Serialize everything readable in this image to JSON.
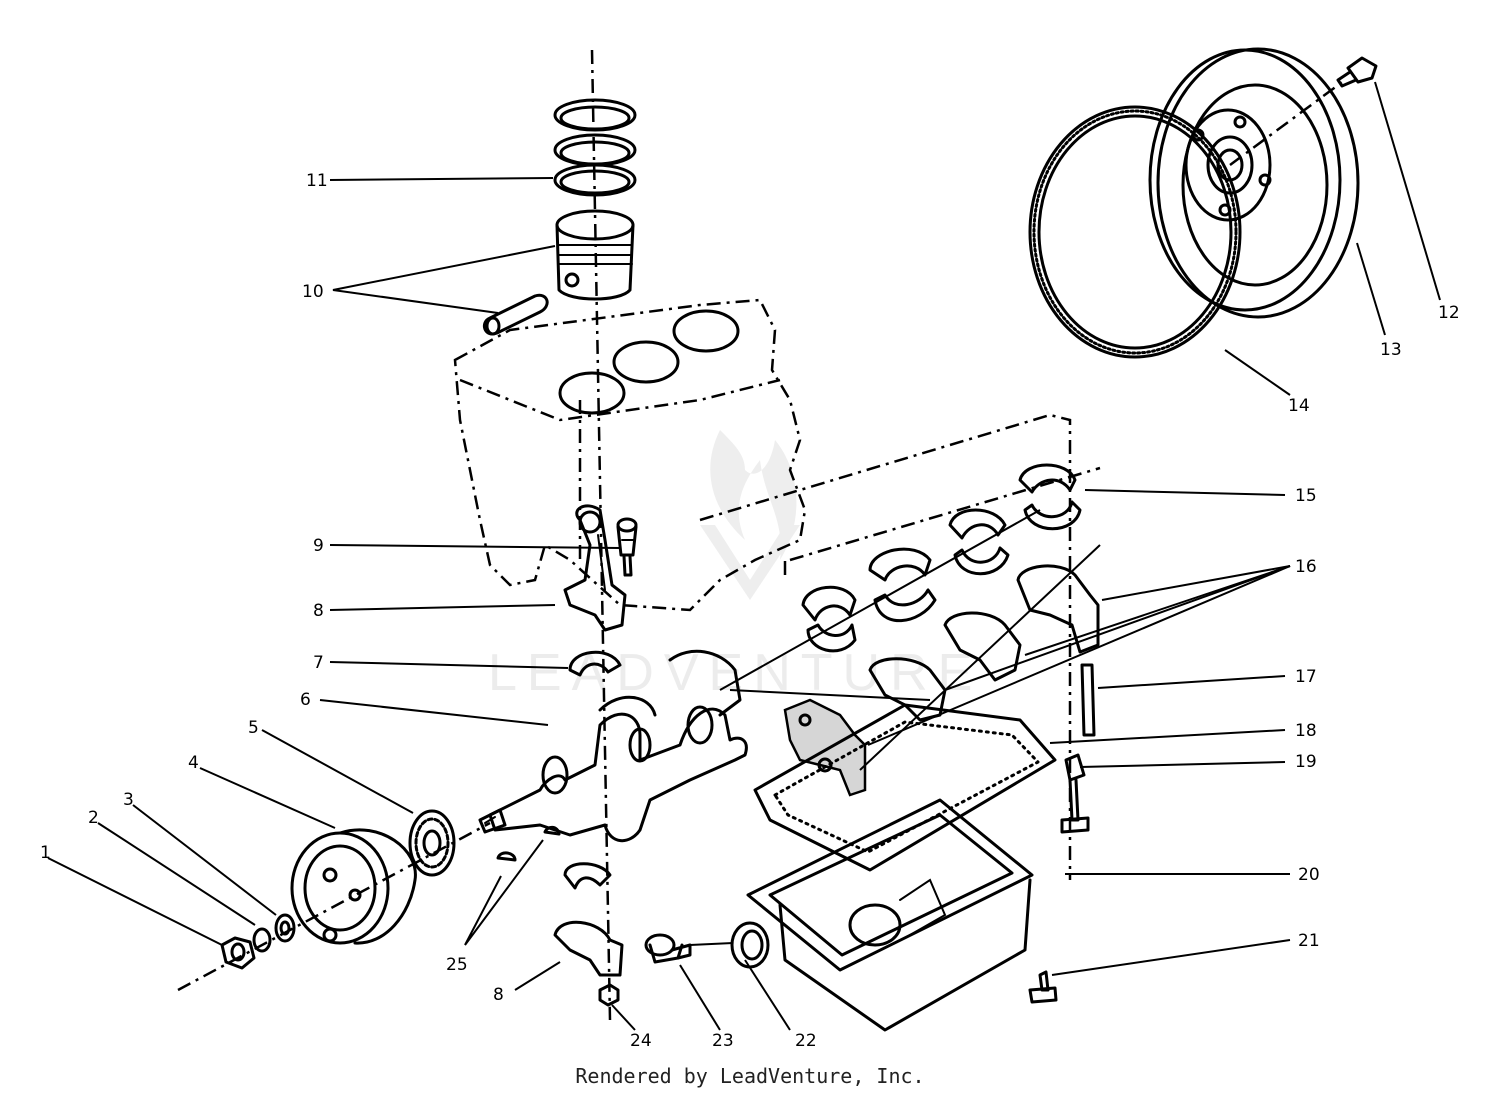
{
  "diagram": {
    "callouts": [
      {
        "id": "c1",
        "text": "1"
      },
      {
        "id": "c2",
        "text": "2"
      },
      {
        "id": "c3",
        "text": "3"
      },
      {
        "id": "c4",
        "text": "4"
      },
      {
        "id": "c5",
        "text": "5"
      },
      {
        "id": "c6",
        "text": "6"
      },
      {
        "id": "c7",
        "text": "7"
      },
      {
        "id": "c8a",
        "text": "8"
      },
      {
        "id": "c8b",
        "text": "8"
      },
      {
        "id": "c9",
        "text": "9"
      },
      {
        "id": "c10",
        "text": "10"
      },
      {
        "id": "c11",
        "text": "11"
      },
      {
        "id": "c12",
        "text": "12"
      },
      {
        "id": "c13",
        "text": "13"
      },
      {
        "id": "c14",
        "text": "14"
      },
      {
        "id": "c15",
        "text": "15"
      },
      {
        "id": "c16",
        "text": "16"
      },
      {
        "id": "c17",
        "text": "17"
      },
      {
        "id": "c18",
        "text": "18"
      },
      {
        "id": "c19",
        "text": "19"
      },
      {
        "id": "c20",
        "text": "20"
      },
      {
        "id": "c21",
        "text": "21"
      },
      {
        "id": "c22",
        "text": "22"
      },
      {
        "id": "c23",
        "text": "23"
      },
      {
        "id": "c24",
        "text": "24"
      },
      {
        "id": "c25",
        "text": "25"
      }
    ],
    "watermark": "LEADVENTURE"
  },
  "footer": {
    "credit": "Rendered by LeadVenture, Inc."
  }
}
